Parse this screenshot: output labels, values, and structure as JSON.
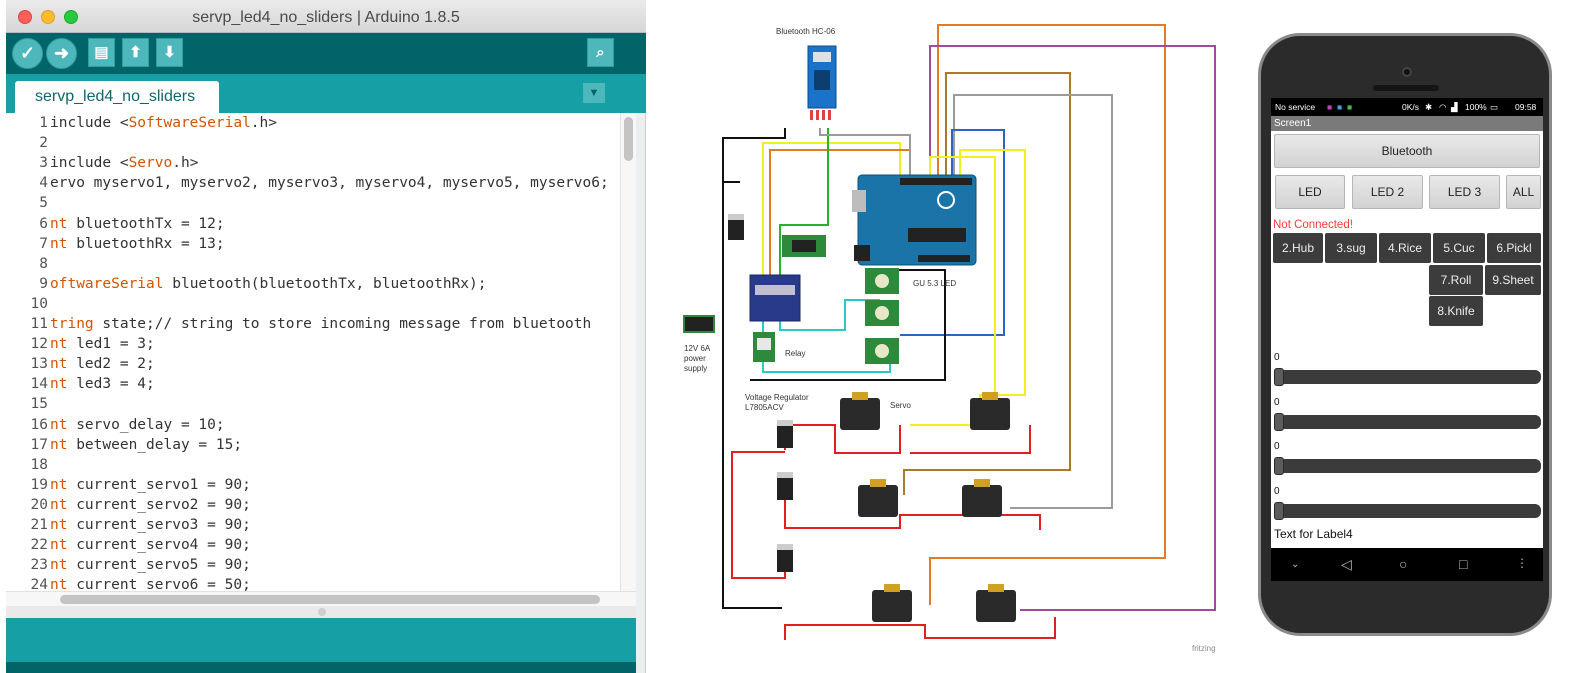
{
  "ide": {
    "title": "servp_led4_no_sliders | Arduino 1.8.5",
    "toolbar": {
      "verify_icon": "check-icon",
      "upload_icon": "arrow-right-icon",
      "new_icon": "document-icon",
      "open_icon": "arrow-up-icon",
      "save_icon": "arrow-down-icon",
      "serial_monitor_icon": "magnifier-icon"
    },
    "tab": {
      "label": "servp_led4_no_sliders"
    },
    "lines": [
      {
        "n": "1",
        "a": "include <",
        "k": "SoftwareSerial",
        "b": ".h>"
      },
      {
        "n": "2",
        "a": "",
        "k": "",
        "b": ""
      },
      {
        "n": "3",
        "a": "include <",
        "k": "Servo",
        "b": ".h>"
      },
      {
        "n": "4",
        "a": "ervo myservo1, myservo2, myservo3, myservo4, myservo5, myservo6;",
        "k": "",
        "b": ""
      },
      {
        "n": "5",
        "a": "",
        "k": "",
        "b": ""
      },
      {
        "n": "6",
        "a": "",
        "k": "nt",
        "b": " bluetoothTx = 12;"
      },
      {
        "n": "7",
        "a": "",
        "k": "nt",
        "b": " bluetoothRx = 13;"
      },
      {
        "n": "8",
        "a": "",
        "k": "",
        "b": ""
      },
      {
        "n": "9",
        "a": "",
        "k": "oftwareSerial",
        "b": " bluetooth(bluetoothTx, bluetoothRx);"
      },
      {
        "n": "10",
        "a": "",
        "k": "",
        "b": ""
      },
      {
        "n": "11",
        "a": "",
        "k": "tring",
        "b": " state;// string to store incoming message from bluetooth"
      },
      {
        "n": "12",
        "a": "",
        "k": "nt",
        "b": " led1 = 3;"
      },
      {
        "n": "13",
        "a": "",
        "k": "nt",
        "b": " led2 = 2;"
      },
      {
        "n": "14",
        "a": "",
        "k": "nt",
        "b": " led3 = 4;"
      },
      {
        "n": "15",
        "a": "",
        "k": "",
        "b": ""
      },
      {
        "n": "16",
        "a": "",
        "k": "nt",
        "b": " servo_delay = 10;"
      },
      {
        "n": "17",
        "a": "",
        "k": "nt",
        "b": " between_delay = 15;"
      },
      {
        "n": "18",
        "a": "",
        "k": "",
        "b": ""
      },
      {
        "n": "19",
        "a": "",
        "k": "nt",
        "b": " current_servo1 = 90;"
      },
      {
        "n": "20",
        "a": "",
        "k": "nt",
        "b": " current_servo2 = 90;"
      },
      {
        "n": "21",
        "a": "",
        "k": "nt",
        "b": " current_servo3 = 90;"
      },
      {
        "n": "22",
        "a": "",
        "k": "nt",
        "b": " current_servo4 = 90;"
      },
      {
        "n": "23",
        "a": "",
        "k": "nt",
        "b": " current_servo5 = 90;"
      },
      {
        "n": "24",
        "a": "",
        "k": "nt",
        "b": " current_servo6 = 50;"
      }
    ]
  },
  "diagram": {
    "labels": {
      "bluetooth": "Bluetooth HC-06",
      "led": "GU 5.3 LED",
      "relay": "Relay",
      "power": "12V 6A power supply",
      "regulator": "Voltage Regulator L7805ACV",
      "servo": "Servo",
      "fritzing": "fritzing"
    },
    "colors": {
      "orange": "#e07b2a",
      "purple": "#a04aa0",
      "brown": "#a87a2a",
      "gray": "#9a9a9a",
      "blue": "#2a64c8",
      "yellow": "#f0f020",
      "green": "#2ab02a",
      "red": "#e02020",
      "black": "#111111",
      "cyan": "#2ac8c8",
      "arduino": "#1b74a8"
    }
  },
  "phone": {
    "status": {
      "left": "No service",
      "speed": "0K/s",
      "battery": "100%",
      "time": "09:58"
    },
    "screen_title": "Screen1",
    "bluetooth_button": "Bluetooth",
    "led_buttons": [
      "LED",
      "LED 2",
      "LED 3",
      "ALL"
    ],
    "connection_status": "Not Connected!",
    "item_buttons_row1": [
      "2.Hub",
      "3.sug",
      "4.Rice",
      "5.Cuc",
      "6.Pickl"
    ],
    "item_buttons_row2": [
      "7.Roll",
      "9.Sheet"
    ],
    "item_buttons_row3": [
      "8.Knife"
    ],
    "sliders": [
      {
        "label": "0",
        "value": 0
      },
      {
        "label": "0",
        "value": 0
      },
      {
        "label": "0",
        "value": 0
      },
      {
        "label": "0",
        "value": 0
      }
    ],
    "label4": "Text for Label4"
  }
}
